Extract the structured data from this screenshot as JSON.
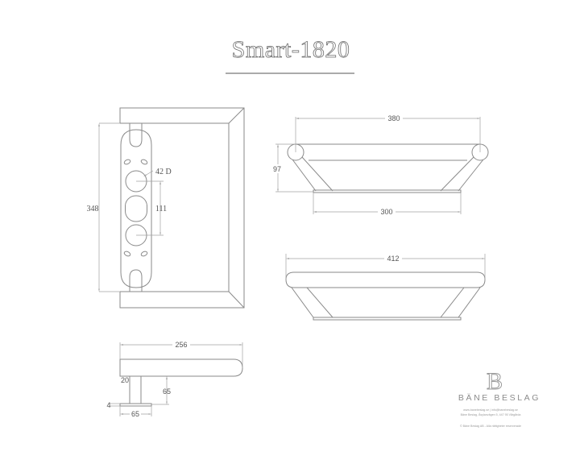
{
  "title": "Smart-1820",
  "views": {
    "front": {
      "dimensions": {
        "height": "348",
        "hole_diameter": "42 D",
        "hole_spacing": "111"
      }
    },
    "top": {
      "dimensions": {
        "width_outer": "380",
        "depth": "97",
        "width_base": "300"
      }
    },
    "rear": {
      "dimensions": {
        "width_total": "412"
      }
    },
    "side": {
      "dimensions": {
        "length": "256",
        "tube": "20",
        "projection": "65",
        "plate_thickness": "4",
        "plate_width": "65"
      }
    }
  },
  "brand": {
    "logo_letter": "B",
    "name": "BÄNE BESLAG",
    "contact_line": "www.banebeslag.se   |   info@banebeslag.se",
    "address_line": "Bäne Beslag, Åsylanvägen 5, 447 95 Vårgårda",
    "copyright": "© Bäne Beslag AB - Alla rättigheter reserverade"
  }
}
